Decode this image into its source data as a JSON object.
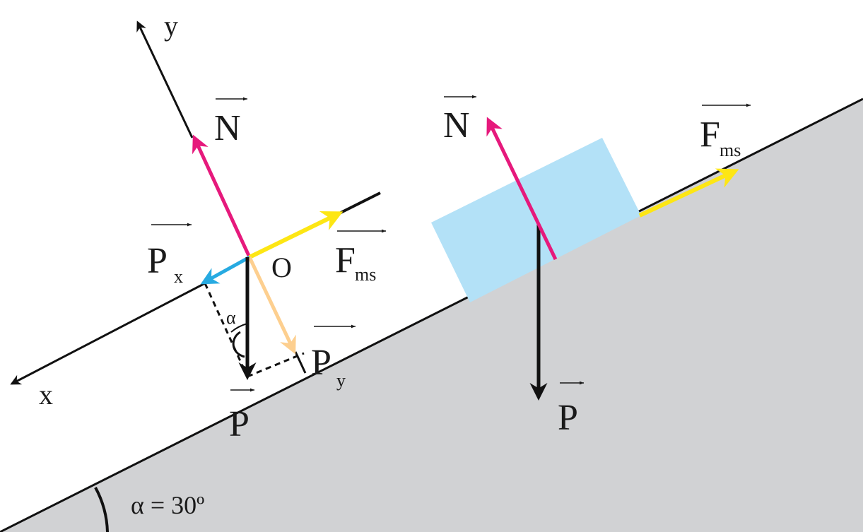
{
  "colors": {
    "incline": "#d1d2d4",
    "block": "#b3e1f7",
    "normal": "#e6197c",
    "friction": "#fde614",
    "weight": "#111111",
    "px": "#27aae1",
    "py": "#fdcf8f",
    "axis": "#111111"
  },
  "labels": {
    "axis_y": "y",
    "axis_x": "x",
    "origin": "O",
    "normal": "N",
    "friction": "F",
    "friction_sub": "ms",
    "px": "P",
    "px_sub": "x",
    "py": "P",
    "py_sub": "y",
    "weight": "P",
    "alpha": "α",
    "incline_angle": "α = 30º"
  }
}
